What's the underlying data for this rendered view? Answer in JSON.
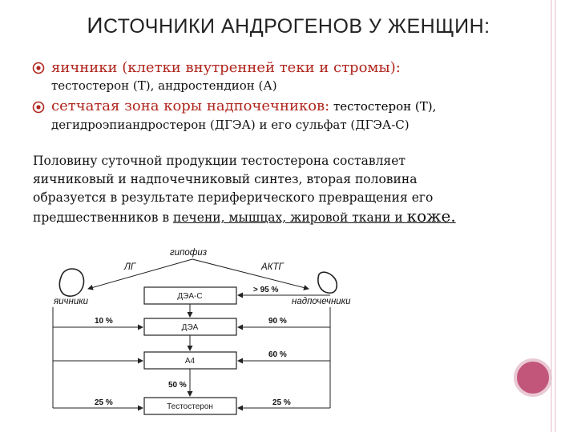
{
  "title": {
    "cap_letter": "И",
    "rest": "СТОЧНИКИ АНДРОГЕНОВ У ЖЕНЩИН:"
  },
  "bullets": [
    {
      "icon": "bullet-icon",
      "head": "яичники (клетки внутренней теки и стромы):",
      "tail": "",
      "continuation": "тестостерон (Т), андростендион (А)"
    },
    {
      "icon": "bullet-icon",
      "head": "сетчатая зона коры надпочечников:",
      "tail": " тестостерон (Т),",
      "continuation": "дегидроэпиандростерон (ДГЭА) и его сульфат (ДГЭА-С)"
    }
  ],
  "paragraph": {
    "line1": "Половину суточной продукции тестостерона составляет",
    "line2": "яичниковый и надпочечниковый синтез, вторая половина",
    "line3": "образуется в результате периферического превращения его",
    "line4_plain": "предшественников в ",
    "line4_underlined": "печени, мышцах, жировой ткани и ",
    "line4_big": "коже."
  },
  "diagram": {
    "top": "гипофиз",
    "left_hormone": "ЛГ",
    "right_hormone": "АКТГ",
    "left_organ": "яичники",
    "right_organ": "надпочечники",
    "boxes": [
      "ДЭА-С",
      "ДЭА",
      "А4",
      "Тестостерон"
    ],
    "pct_right_dhea_s": "> 95 %",
    "pct_left_dhea": "10 %",
    "pct_right_dhea": "90 %",
    "pct_right_a4": "60 %",
    "pct_center": "50 %",
    "pct_left_t": "25 %",
    "pct_right_t": "25 %"
  },
  "colors": {
    "title": "#222222",
    "accent_red": "#b0261e",
    "bullet": "#b0261e",
    "button": "#c2567a",
    "rail": "#e7b8c6"
  }
}
